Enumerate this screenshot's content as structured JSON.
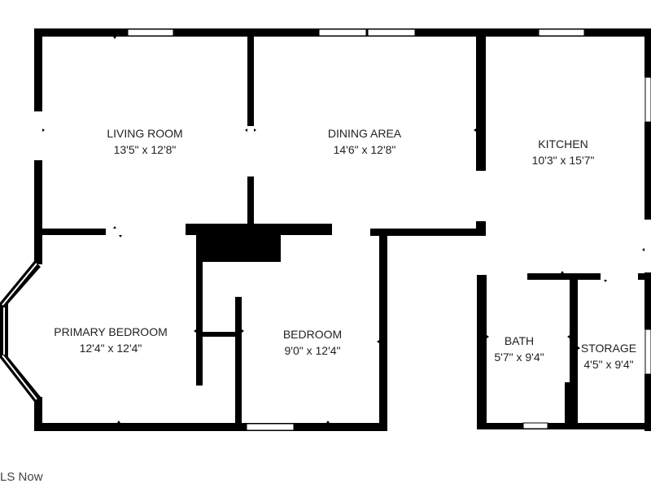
{
  "rooms": {
    "living_room": {
      "name": "LIVING ROOM",
      "size": "13'5\" x 12'8\""
    },
    "dining_area": {
      "name": "DINING AREA",
      "size": "14'6\" x 12'8\""
    },
    "kitchen": {
      "name": "KITCHEN",
      "size": "10'3\" x 15'7\""
    },
    "primary_bedroom": {
      "name": "PRIMARY BEDROOM",
      "size": "12'4\" x 12'4\""
    },
    "bedroom": {
      "name": "BEDROOM",
      "size": "9'0\" x 12'4\""
    },
    "bath": {
      "name": "BATH",
      "size": "5'7\" x 9'4\""
    },
    "storage": {
      "name": "STORAGE",
      "size": "4'5\" x 9'4\""
    }
  },
  "watermark": "LS Now",
  "colors": {
    "wall": "#000000",
    "window": "#ffffff",
    "background": "#ffffff"
  }
}
